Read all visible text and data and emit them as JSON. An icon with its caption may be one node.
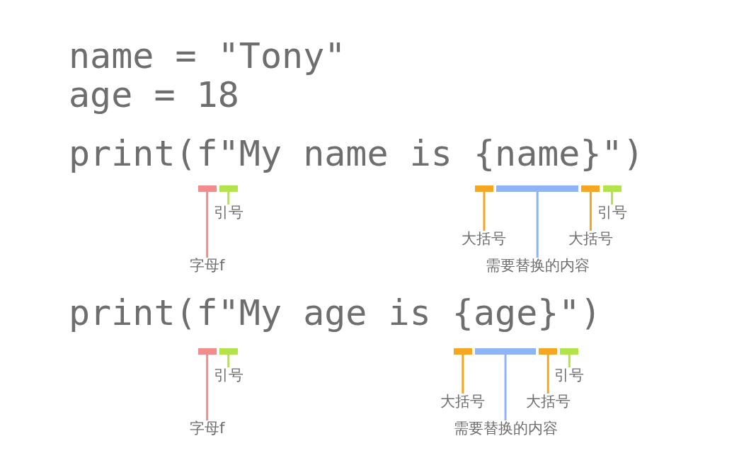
{
  "diagram": {
    "nodes": [
      {
        "text": [],
        "shape": "bar"
      },
      {
        "text": [],
        "shape": "bar"
      },
      {
        "text": [],
        "shape": "bar"
      },
      {
        "text": [],
        "shape": "bar"
      },
      {
        "text": [],
        "shape": "bar"
      },
      {
        "text": [],
        "shape": "bar"
      },
      {
        "text": [
          "引号"
        ]
      },
      {
        "text": [
          "引号"
        ]
      },
      {
        "text": [
          "大括号"
        ]
      },
      {
        "text": [
          "大括号"
        ]
      },
      {
        "text": [
          "字母f"
        ]
      },
      {
        "text": [
          "需要替换的内容"
        ]
      },
      {
        "text": [],
        "shape": "bar"
      },
      {
        "text": [],
        "shape": "bar"
      },
      {
        "text": [],
        "shape": "bar"
      },
      {
        "text": [],
        "shape": "bar"
      },
      {
        "text": [],
        "shape": "bar"
      },
      {
        "text": [],
        "shape": "bar"
      },
      {
        "text": [
          "引号"
        ]
      },
      {
        "text": [
          "引号"
        ]
      },
      {
        "text": [
          "大括号"
        ]
      },
      {
        "text": [
          "大括号"
        ]
      },
      {
        "text": [
          "字母f"
        ]
      },
      {
        "text": [
          "需要替换的内容"
        ]
      }
    ],
    "edges": [
      {
        "from": 10,
        "to": 0,
        "arrow": "none",
        "color": "#f28b8b"
      },
      {
        "from": 6,
        "to": 1,
        "arrow": "none",
        "color": "#b2e34a"
      },
      {
        "from": 8,
        "to": 2,
        "arrow": "none",
        "color": "#f5a623"
      },
      {
        "from": 11,
        "to": 3,
        "arrow": "none",
        "color": "#8fb4f5"
      },
      {
        "from": 9,
        "to": 4,
        "arrow": "none",
        "color": "#f5a623"
      },
      {
        "from": 7,
        "to": 5,
        "arrow": "none",
        "color": "#b2e34a"
      },
      {
        "from": 22,
        "to": 12,
        "arrow": "none",
        "color": "#f28b8b"
      },
      {
        "from": 18,
        "to": 13,
        "arrow": "none",
        "color": "#b2e34a"
      },
      {
        "from": 20,
        "to": 14,
        "arrow": "none",
        "color": "#f5a623"
      },
      {
        "from": 23,
        "to": 15,
        "arrow": "none",
        "color": "#8fb4f5"
      },
      {
        "from": 21,
        "to": 16,
        "arrow": "none",
        "color": "#f5a623"
      },
      {
        "from": 19,
        "to": 17,
        "arrow": "none",
        "color": "#b2e34a"
      }
    ],
    "labels": [
      "name = \"Tony\"",
      "age = 18",
      "print(f\"My name is {name}\")",
      "print(f\"My age is {age}\")"
    ]
  }
}
